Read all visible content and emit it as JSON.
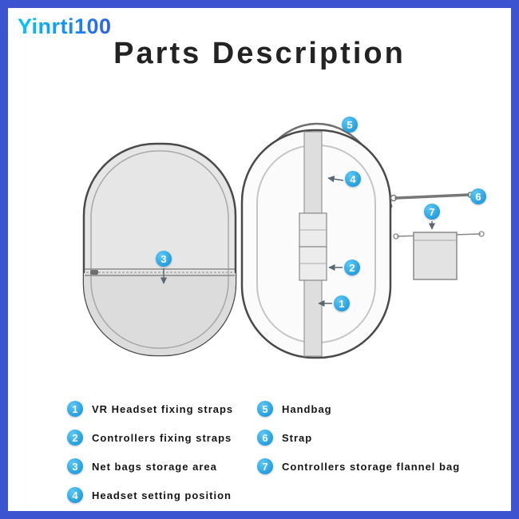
{
  "watermark": "Yinrti100",
  "title": "Parts Description",
  "colors": {
    "frame_border": "#3c54cf",
    "badge_blue": "#1b9fe0",
    "watermark_gradient_start": "#00c6ff",
    "watermark_gradient_end": "#2f5cf0",
    "case_gray": "#e6e6e6"
  },
  "diagram": {
    "callouts": [
      "1",
      "2",
      "3",
      "4",
      "5",
      "6",
      "7"
    ]
  },
  "legend": {
    "columns": [
      {
        "items": [
          {
            "num": "1",
            "label": "VR Headset fixing straps"
          },
          {
            "num": "2",
            "label": "Controllers fixing straps"
          },
          {
            "num": "3",
            "label": "Net bags storage area"
          },
          {
            "num": "4",
            "label": "Headset setting position"
          }
        ]
      },
      {
        "items": [
          {
            "num": "5",
            "label": "Handbag"
          },
          {
            "num": "6",
            "label": "Strap"
          },
          {
            "num": "7",
            "label": "Controllers storage flannel bag"
          }
        ]
      }
    ]
  }
}
